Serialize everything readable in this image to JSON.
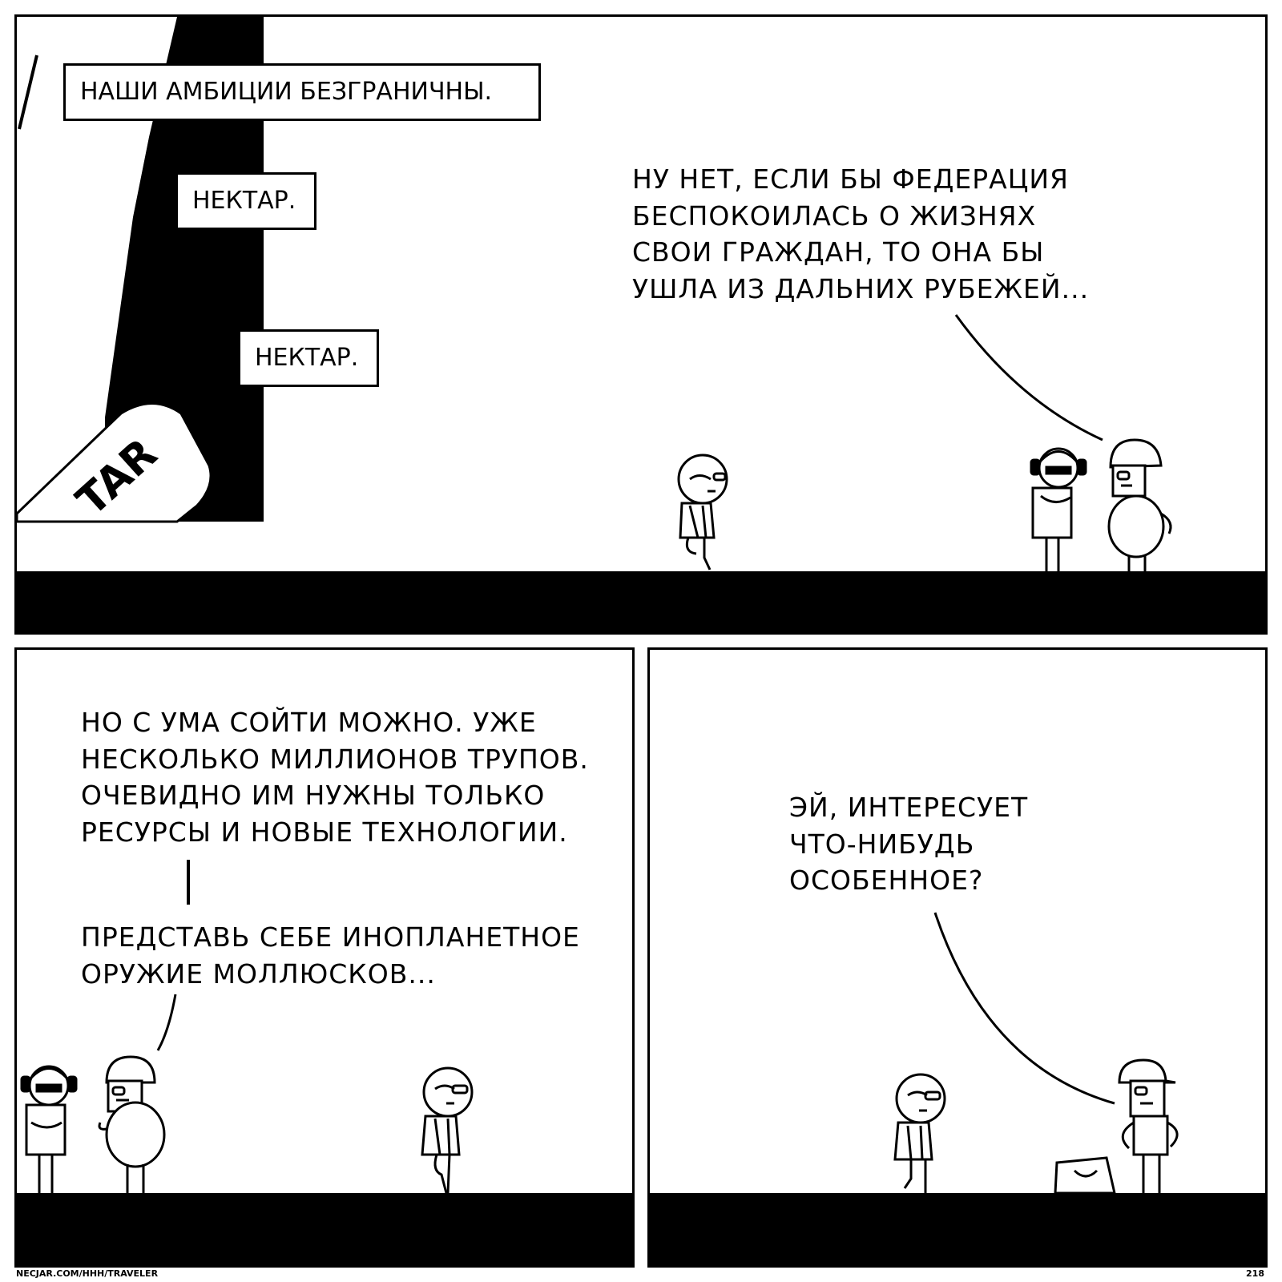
{
  "panel1": {
    "captions": [
      "НАШИ АМБИЦИИ БЕЗГРАНИЧНЫ.",
      "НЕКТАР.",
      "НЕКТАР."
    ],
    "can_label": "TAR",
    "speech": [
      "НУ НЕТ, ЕСЛИ БЫ ФЕДЕРАЦИЯ",
      "БЕСПОКОИЛАСЬ О ЖИЗНЯХ",
      "СВОИ ГРАЖДАН, ТО ОНА БЫ",
      "УШЛА ИЗ ДАЛЬНИХ РУБЕЖЕЙ..."
    ]
  },
  "panel2": {
    "speech_top": [
      "НО С УМА СОЙТИ МОЖНО. УЖЕ",
      "НЕСКОЛЬКО МИЛЛИОНОВ ТРУПОВ.",
      "ОЧЕВИДНО ИМ НУЖНЫ ТОЛЬКО",
      "РЕСУРСЫ И НОВЫЕ ТЕХНОЛОГИИ."
    ],
    "speech_bottom": [
      "ПРЕДСТАВЬ СЕБЕ ИНОПЛАНЕТНОЕ",
      "ОРУЖИЕ МОЛЛЮСКОВ..."
    ]
  },
  "panel3": {
    "speech": [
      "ЭЙ, ИНТЕРЕСУЕТ",
      "ЧТО-НИБУДЬ",
      "ОСОБЕННОЕ?"
    ]
  },
  "footer": {
    "url": "NECJAR.COM/HHH/TRAVELER",
    "page_number": "218"
  }
}
